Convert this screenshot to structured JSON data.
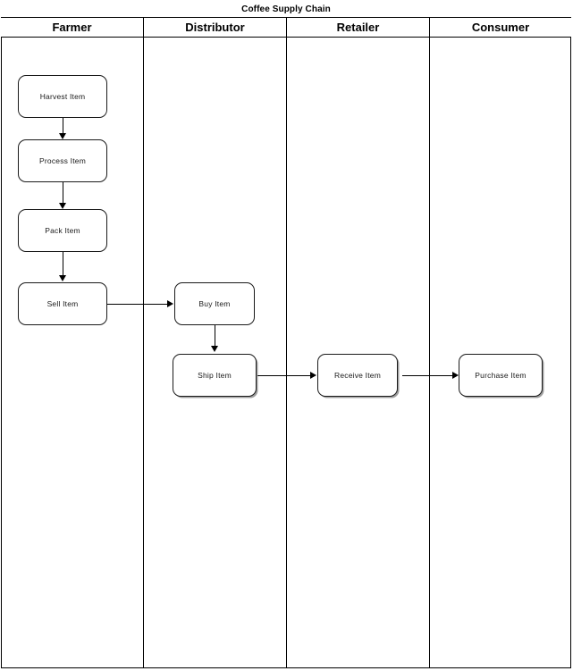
{
  "diagram": {
    "title": "Coffee Supply Chain",
    "type": "swimlane-flowchart",
    "lanes": [
      {
        "id": "farmer",
        "label": "Farmer"
      },
      {
        "id": "distributor",
        "label": "Distributor"
      },
      {
        "id": "retailer",
        "label": "Retailer"
      },
      {
        "id": "consumer",
        "label": "Consumer"
      }
    ],
    "nodes": [
      {
        "id": "harvest",
        "lane": "farmer",
        "label": "Harvest Item"
      },
      {
        "id": "process",
        "lane": "farmer",
        "label": "Process Item"
      },
      {
        "id": "pack",
        "lane": "farmer",
        "label": "Pack Item"
      },
      {
        "id": "sell",
        "lane": "farmer",
        "label": "Sell Item"
      },
      {
        "id": "buy",
        "lane": "distributor",
        "label": "Buy Item"
      },
      {
        "id": "ship",
        "lane": "distributor",
        "label": "Ship Item"
      },
      {
        "id": "receive",
        "lane": "retailer",
        "label": "Receive Item"
      },
      {
        "id": "purchase",
        "lane": "consumer",
        "label": "Purchase Item"
      }
    ],
    "edges": [
      {
        "from": "harvest",
        "to": "process",
        "direction": "down"
      },
      {
        "from": "process",
        "to": "pack",
        "direction": "down"
      },
      {
        "from": "pack",
        "to": "sell",
        "direction": "down"
      },
      {
        "from": "sell",
        "to": "buy",
        "direction": "right"
      },
      {
        "from": "buy",
        "to": "ship",
        "direction": "down"
      },
      {
        "from": "ship",
        "to": "receive",
        "direction": "right"
      },
      {
        "from": "receive",
        "to": "purchase",
        "direction": "right"
      }
    ],
    "colors": {
      "stroke": "#000000",
      "node_stroke": "#1a1a1a",
      "node_fill": "#ffffff",
      "background": "#ffffff",
      "shadow": "#505050"
    }
  }
}
